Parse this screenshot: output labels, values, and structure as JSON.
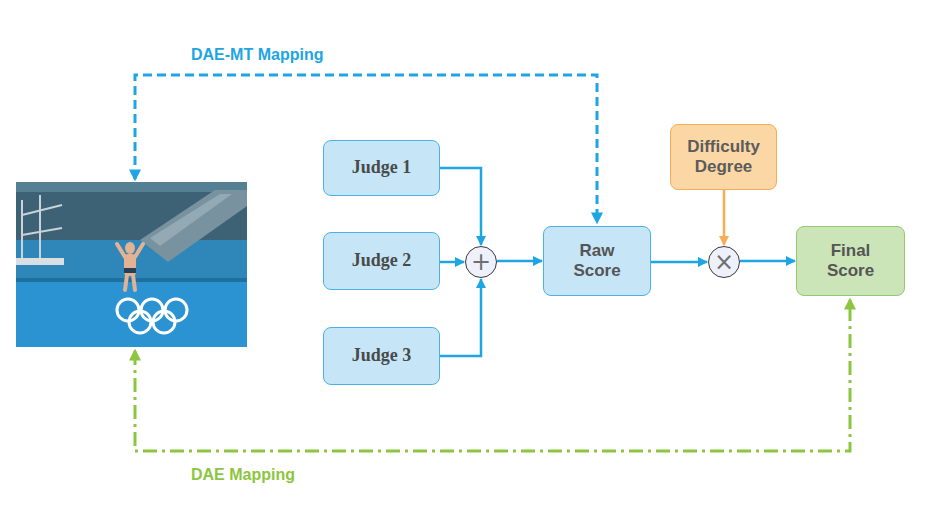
{
  "diagram": {
    "nodes": [
      {
        "text": [
          "Judge 1"
        ]
      },
      {
        "text": [
          "Judge 2"
        ]
      },
      {
        "text": [
          "Judge 3"
        ]
      },
      {
        "text": [
          "+"
        ]
      },
      {
        "text": [
          "Raw Score"
        ]
      },
      {
        "text": [
          "Difficulty Degree"
        ]
      },
      {
        "text": [
          "×"
        ]
      },
      {
        "text": [
          "Final Score"
        ]
      }
    ],
    "edges": [
      {
        "from": 0,
        "to": 3,
        "arrow": "to"
      },
      {
        "from": 1,
        "to": 3,
        "arrow": "to"
      },
      {
        "from": 2,
        "to": 3,
        "arrow": "to"
      },
      {
        "from": 3,
        "to": 4,
        "arrow": "to"
      },
      {
        "from": 5,
        "to": 6,
        "arrow": "to"
      },
      {
        "from": 4,
        "to": 6,
        "arrow": "to"
      },
      {
        "from": 6,
        "to": 7,
        "arrow": "to"
      }
    ],
    "labels": [
      "DAE-MT Mapping",
      "DAE Mapping"
    ]
  }
}
